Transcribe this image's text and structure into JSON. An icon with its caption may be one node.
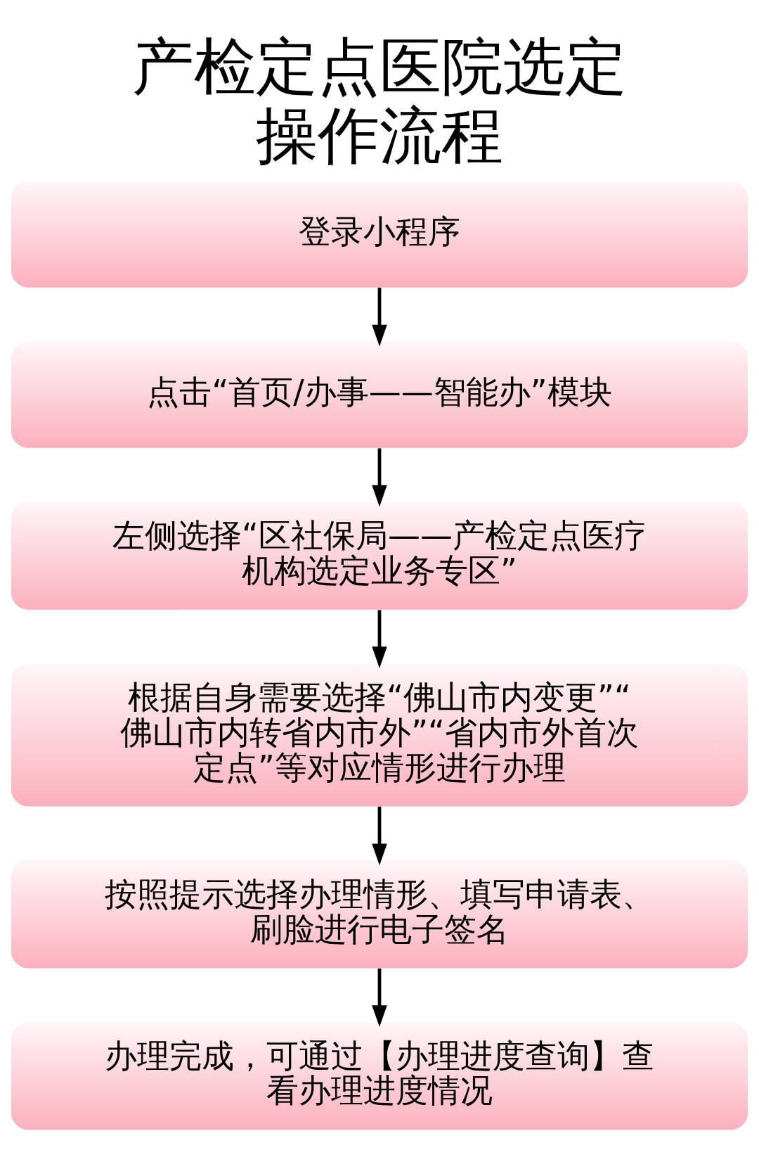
{
  "diagram": {
    "title": "产检定点医院选定操作流程",
    "nodes": [
      {
        "text": [
          "登录小程序"
        ]
      },
      {
        "text": [
          "点击“首页/办事——智能办”模块"
        ]
      },
      {
        "text": [
          "左侧选择“区社保局——产检定点医疗机构选定业务专区”"
        ]
      },
      {
        "text": [
          "根据自身需要选择“佛山市内变更”“佛山市内转省内市外”“省内市外首次定点”等对应情形进行办理"
        ]
      },
      {
        "text": [
          "按照提示选择办理情形、填写申请表、刷脸进行电子签名"
        ]
      },
      {
        "text": [
          "办理完成，可通过【办理进度查询】查看办理进度情况"
        ]
      }
    ],
    "edges": [
      {
        "from": 0,
        "to": 1,
        "arrow": "to"
      },
      {
        "from": 1,
        "to": 2,
        "arrow": "to"
      },
      {
        "from": 2,
        "to": 3,
        "arrow": "to"
      },
      {
        "from": 3,
        "to": 4,
        "arrow": "to"
      },
      {
        "from": 4,
        "to": 5,
        "arrow": "to"
      }
    ]
  }
}
